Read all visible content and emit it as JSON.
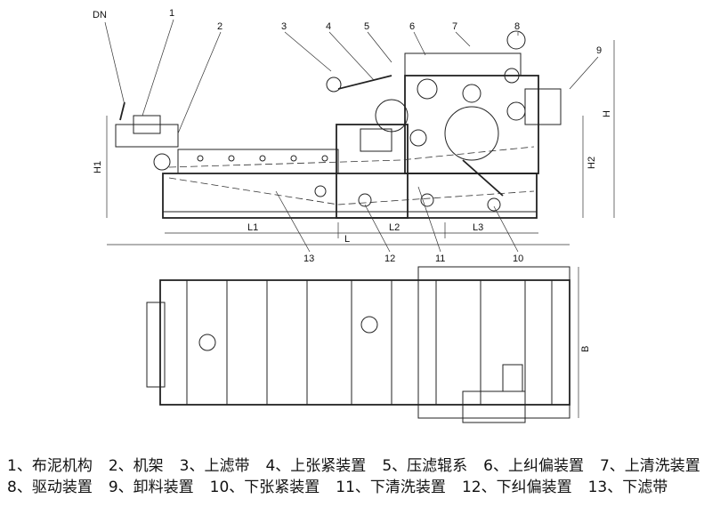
{
  "labels": {
    "dn": "DN",
    "callouts": [
      "1",
      "2",
      "3",
      "4",
      "5",
      "6",
      "7",
      "8",
      "9",
      "10",
      "11",
      "12",
      "13"
    ],
    "dimensions": {
      "h": "H",
      "h1": "H1",
      "h2": "H2",
      "l": "L",
      "l1": "L1",
      "l2": "L2",
      "l3": "L3",
      "b": "B"
    }
  },
  "legend": [
    "1、布泥机构",
    "2、机架",
    "3、上滤带",
    "4、上张紧装置",
    "5、压滤辊系",
    "6、上纠偏装置",
    "7、上清洗装置",
    "8、驱动装置",
    "9、卸料装置",
    "10、下张紧装置",
    "11、下清洗装置",
    "12、下纠偏装置",
    "13、下滤带"
  ]
}
